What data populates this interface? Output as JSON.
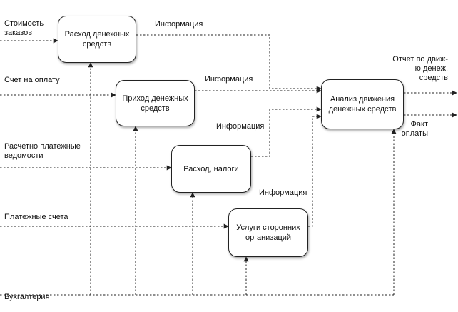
{
  "boxes": {
    "expense": "Расход денежных средств",
    "income": "Приход денежных средств",
    "taxes": "Расход, налоги",
    "services": "Услуги сторонних организаций",
    "analysis": "Анализ движения денежных средств"
  },
  "inputs": {
    "order_cost": "Стоимость заказов",
    "invoice": "Счет на оплату",
    "payroll": "Расчетно платежные ведомости",
    "payment_bills": "Платежные счета"
  },
  "mechanism": "Бухгалтерия",
  "info_labels": [
    "Информация",
    "Информация",
    "Информация",
    "Информация"
  ],
  "outputs": {
    "cashflow_report": "Отчет по движ-ю денеж. средств",
    "payment_fact": "Факт оплаты"
  },
  "colors": {
    "stroke": "#222222",
    "background": "#ffffff"
  }
}
